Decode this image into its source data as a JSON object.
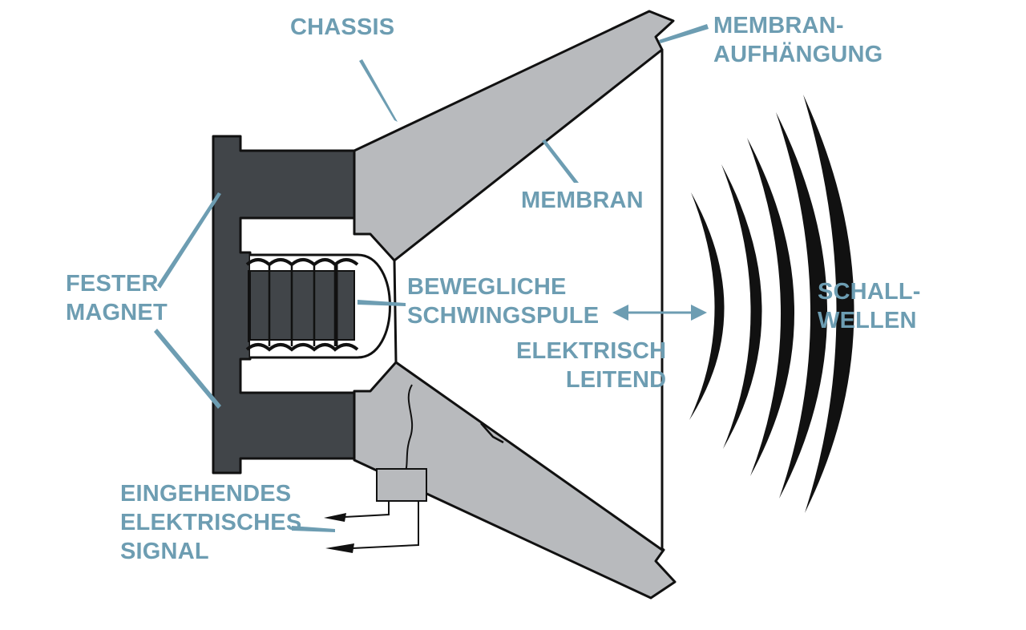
{
  "colors": {
    "label": "#6d9db2",
    "magnet": "#414549",
    "chassis": "#b8babd",
    "outline": "#111111",
    "background": "#ffffff"
  },
  "labels": {
    "chassis": "CHASSIS",
    "suspension": [
      "MEMBRAN-",
      "AUFHÄNGUNG"
    ],
    "membrane": "MEMBRAN",
    "magnet": [
      "FESTER",
      "MAGNET"
    ],
    "coil": [
      "BEWEGLICHE",
      "SCHWINGSPULE"
    ],
    "conductive": [
      "ELEKTRISCH",
      "LEITEND"
    ],
    "waves": [
      "SCHALL-",
      "WELLEN"
    ],
    "signal": [
      "EINGEHENDES",
      "ELEKTRISCHES",
      "SIGNAL"
    ]
  }
}
